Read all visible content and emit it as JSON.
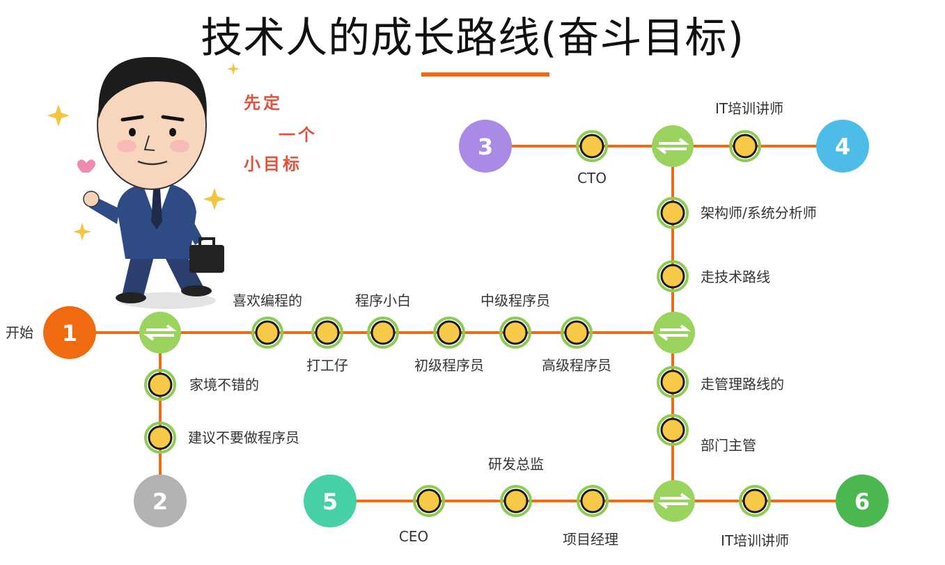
{
  "title": "技术人的成长路线(奋斗目标)",
  "colors": {
    "line": "#f06a14",
    "station_fill": "#f7c948",
    "station_ring": "#8ccc55",
    "transfer_fill": "#9ad35e",
    "start_1": "#f26a10",
    "terminal_2": "#b3b3b3",
    "terminal_3": "#a98be6",
    "terminal_4": "#4dbde8",
    "terminal_5": "#45d0a8",
    "terminal_6": "#4ab84f"
  },
  "illustration": {
    "icon": "businessman-cartoon-icon",
    "sticker_lines": [
      "先定",
      "一个",
      "小目标"
    ]
  },
  "start_label": "开始",
  "terminals": {
    "t1": "1",
    "t2": "2",
    "t3": "3",
    "t4": "4",
    "t5": "5",
    "t6": "6"
  },
  "labels": {
    "like_coding": "喜欢编程的",
    "part_time": "打工仔",
    "newbie": "程序小白",
    "junior": "初级程序员",
    "middle": "中级程序员",
    "senior": "高级程序员",
    "good_family": "家境不错的",
    "not_programmer": "建议不要做程序员",
    "cto": "CTO",
    "it_trainer_top": "IT培训讲师",
    "architect": "架构师/系统分析师",
    "tech_route": "走技术路线",
    "mgmt_route": "走管理路线的",
    "dept_manager": "部门主管",
    "rd_director": "研发总监",
    "ceo": "CEO",
    "project_manager": "项目经理",
    "it_trainer_bottom": "IT培训讲师"
  }
}
